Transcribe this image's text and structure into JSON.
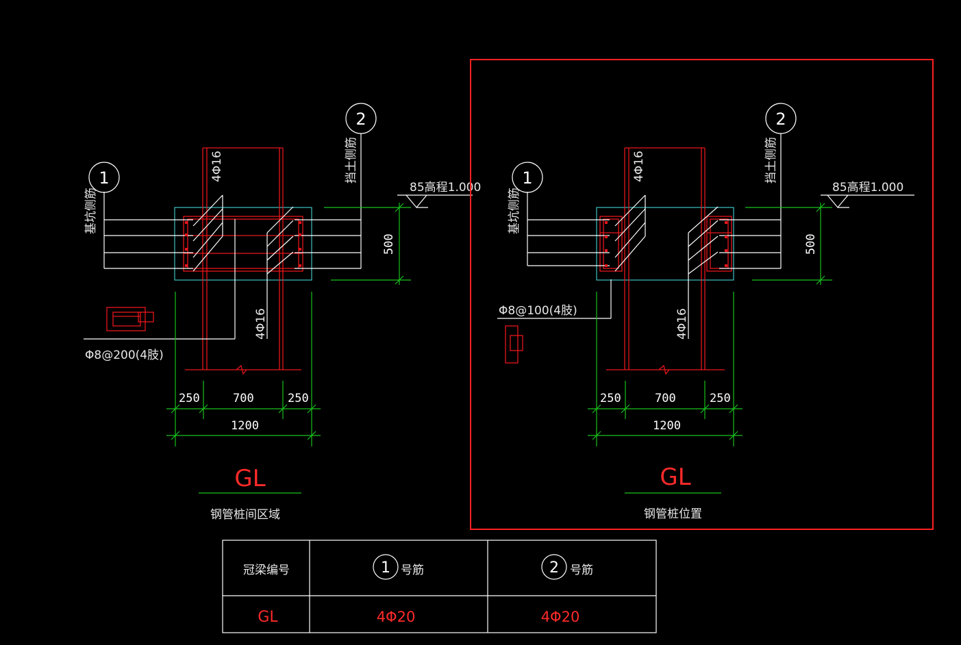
{
  "colors": {
    "background": "#000000",
    "rebar": "#e8161c",
    "dimension": "#19c21c",
    "outline": "#3fc2c2",
    "leader": "#ffffff",
    "highlight_box": "#ff2020"
  },
  "left_detail": {
    "bar1_tag": "1",
    "bar2_tag": "2",
    "bar1_label": "基坑侧筋",
    "bar2_label": "挡土侧筋",
    "vertical_bar_top": "4Φ16",
    "vertical_bar_bottom": "4Φ16",
    "stirrup_label": "Φ8@200(4肢)",
    "elevation_label": "85高程1.000",
    "height_dim": "500",
    "dims": [
      "250",
      "700",
      "250"
    ],
    "total_dim": "1200",
    "beam_code": "GL",
    "caption": "钢管桩间区域"
  },
  "right_detail": {
    "bar1_tag": "1",
    "bar2_tag": "2",
    "bar1_label": "基坑侧筋",
    "bar2_label": "挡土侧筋",
    "vertical_bar_top": "4Φ16",
    "vertical_bar_bottom": "4Φ16",
    "stirrup_label": "Φ8@100(4肢)",
    "elevation_label": "85高程1.000",
    "height_dim": "500",
    "dims": [
      "250",
      "700",
      "250"
    ],
    "total_dim": "1200",
    "beam_code": "GL",
    "caption": "钢管桩位置"
  },
  "table": {
    "header": {
      "col1": "冠梁编号",
      "col2_tag": "1",
      "col2_suffix": "号筋",
      "col3_tag": "2",
      "col3_suffix": "号筋"
    },
    "row": {
      "code": "GL",
      "bar1": "4Φ20",
      "bar2": "4Φ20"
    }
  }
}
